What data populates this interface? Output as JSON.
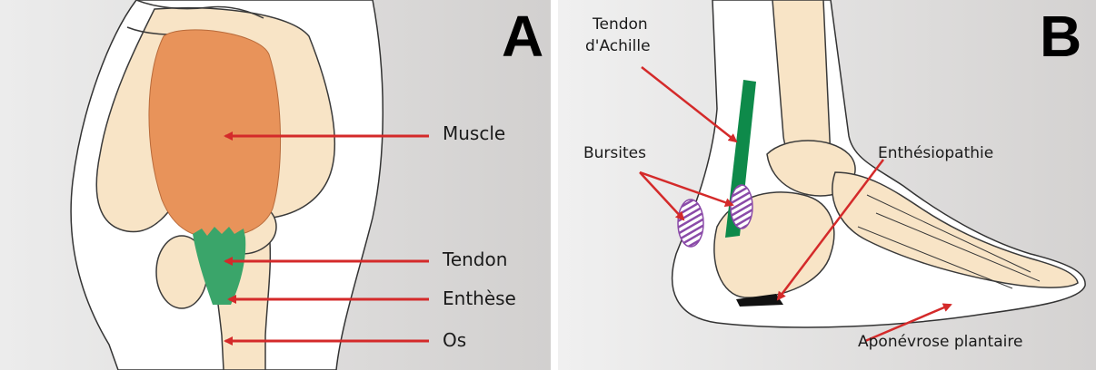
{
  "panel_a": {
    "letter": "A",
    "labels": {
      "muscle": "Muscle",
      "tendon": "Tendon",
      "enthese": "Enthèse",
      "os": "Os"
    }
  },
  "panel_b": {
    "letter": "B",
    "labels": {
      "tendon_line1": "Tendon",
      "tendon_line2": "d'Achille",
      "bursites": "Bursites",
      "enthesiopathie": "Enthésiopathie",
      "aponevrose": "Aponévrose plantaire"
    }
  },
  "colors": {
    "muscle": "#e8935a",
    "tendon": "#3aa56a",
    "achilles": "#0e8a4a",
    "bone": "#f8e4c6",
    "arrow": "#d42a2a",
    "background_gray": "#dcdad9",
    "bursa_stripes": "#8a4aa8"
  }
}
